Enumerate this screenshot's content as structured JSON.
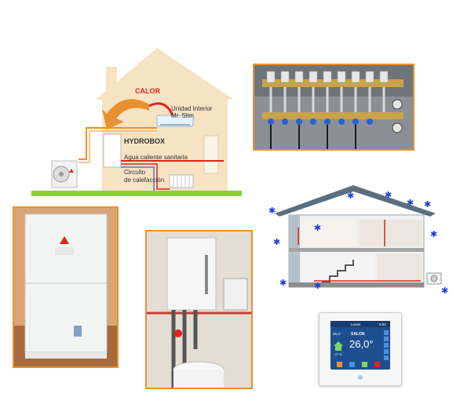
{
  "diagram": {
    "calor": "CALOR",
    "unidad_interior_line1": "Unidad Interior",
    "unidad_interior_line2": "Mr. Slim",
    "hydrobox": "HYDROBOX",
    "agua_caliente": "Agua caliente sanitaria",
    "circuito_line1": "Circuito",
    "circuito_line2": "de calefacción"
  },
  "thermostat": {
    "header": "Lunes",
    "time": "9:00",
    "room": "SALON",
    "set_temp": "26,0°",
    "small_temp": "26,4°",
    "humidity": "- 27 %"
  },
  "colors": {
    "frame": "#e8912f",
    "house_wall": "#f5e3c4",
    "heat_red": "#e2231a",
    "snow_blue": "#1f3fd1"
  }
}
